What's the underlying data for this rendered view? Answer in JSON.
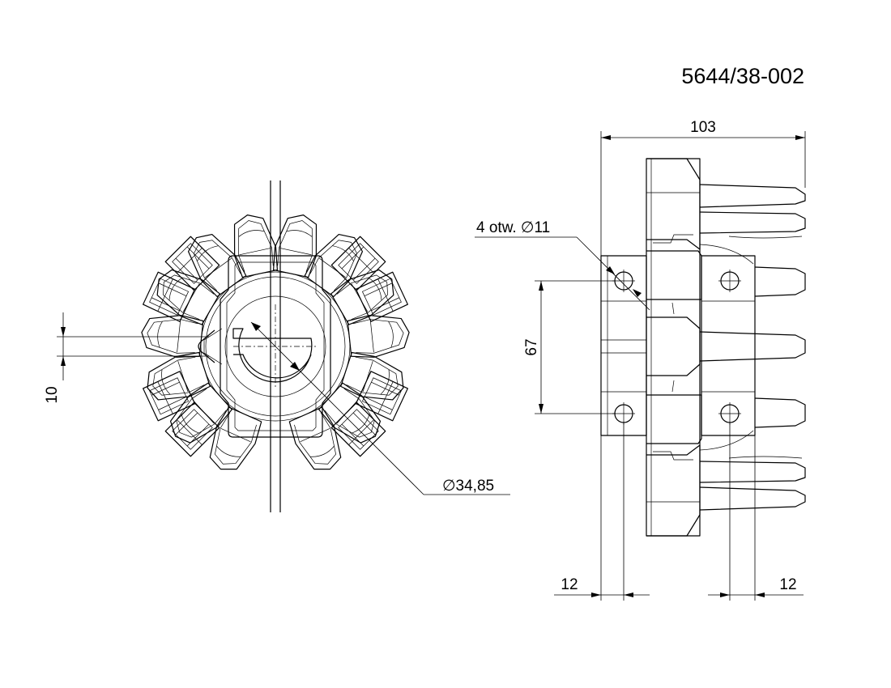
{
  "drawing": {
    "part_number": "5644/38-002",
    "dimensions": {
      "overall_width": "103",
      "hole_callout": "4 otw. ∅11",
      "hole_spacing": "67",
      "keyway_width": "10",
      "bore_diameter": "∅34,85",
      "left_offset": "12",
      "right_offset": "12"
    }
  }
}
